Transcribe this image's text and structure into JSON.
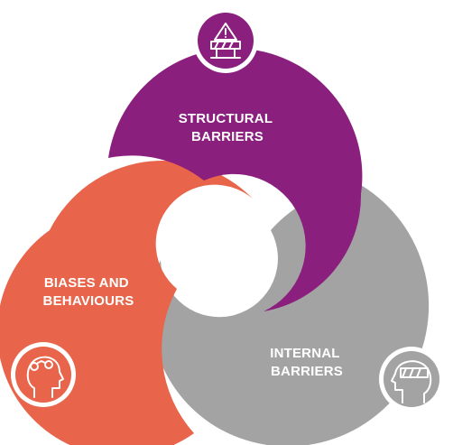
{
  "segments": [
    {
      "id": "structural",
      "label_line1": "STRUCTURAL",
      "label_line2": "BARRIERS",
      "color": "#8a1f7e",
      "icon": "barrier-warning-icon"
    },
    {
      "id": "internal",
      "label_line1": "INTERNAL",
      "label_line2": "BARRIERS",
      "color": "#a3a3a3",
      "icon": "head-blindfold-icon"
    },
    {
      "id": "biases",
      "label_line1": "BIASES AND",
      "label_line2": "BEHAVIOURS",
      "color": "#e8644a",
      "icon": "head-thought-icon"
    }
  ]
}
